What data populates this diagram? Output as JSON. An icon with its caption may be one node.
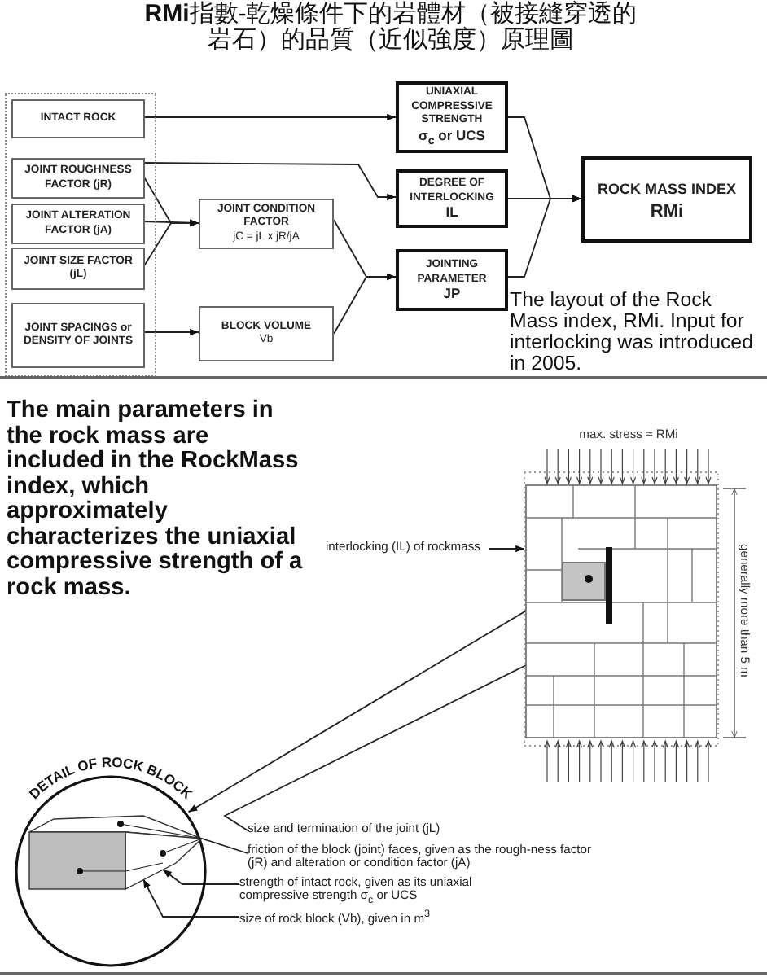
{
  "diagram": {
    "title": "**RMi**指數-乾燥條件下的岩體材（被接縫穿透的岩石）的品質（近似強度）原理圖",
    "nodes": [
      {
        "text": [],
        "shape": "box"
      },
      {
        "text": [
          "INTACT ROCK"
        ],
        "in": 0
      },
      {
        "text": [
          "JOINT ROUGHNESS FACTOR (jR)"
        ],
        "in": 0
      },
      {
        "text": [
          "JOINT ALTERATION FACTOR (jA)"
        ],
        "in": 0
      },
      {
        "text": [
          "JOINT SIZE FACTOR (jL)"
        ],
        "in": 0
      },
      {
        "text": [
          "JOINT SPACINGS or DENSITY OF JOINTS"
        ],
        "in": 0
      },
      {
        "text": [
          "UNIAXIAL COMPRESSIVE STRENGTH",
          "σ$_{c}$ or UCS"
        ]
      },
      {
        "text": [
          "DEGREE OF INTERLOCKING",
          "IL"
        ]
      },
      {
        "text": [
          "JOINT CONDITION FACTOR",
          "jC = jL x jR/jA"
        ]
      },
      {
        "text": [
          "JOINTING PARAMETER",
          "JP"
        ]
      },
      {
        "text": [
          "BLOCK VOLUME",
          "Vb"
        ]
      },
      {
        "text": [
          "ROCK MASS INDEX",
          "RMi"
        ]
      },
      {
        "text": [],
        "shape": "picture"
      },
      {
        "text": [],
        "shape": "box",
        "in": 12
      },
      {
        "text": [],
        "shape": "bar",
        "in": 12
      },
      {
        "text": [
          "interlocking (IL) of rockmass"
        ]
      },
      {
        "text": [
          "DETAIL OF ROCK BLOCK"
        ]
      },
      {
        "text": [],
        "shape": "box",
        "in": 16
      },
      {
        "text": [
          "size and termination of the joint (jL)"
        ]
      },
      {
        "text": [
          "friction of the block (joint) faces, given as the rough-ness factor (jR) and alteration or condition factor (jA)"
        ]
      },
      {
        "text": [
          "strength of intact rock, given as its uniaxial compressive strength σ$_{c}$ or UCS"
        ]
      },
      {
        "text": [
          "size of rock block (Vb), given in m$^{3}$"
        ]
      }
    ],
    "edges": [
      {
        "from": 1,
        "to": 6,
        "arrow": "to"
      },
      {
        "from": 2,
        "to": 7,
        "arrow": "to"
      },
      {
        "from": 2,
        "to": 8,
        "arrow": "to"
      },
      {
        "from": 3,
        "to": 8,
        "arrow": "to"
      },
      {
        "from": 4,
        "to": 8,
        "arrow": "to"
      },
      {
        "from": 5,
        "to": 10,
        "arrow": "to"
      },
      {
        "from": 8,
        "to": 9,
        "arrow": "to"
      },
      {
        "from": 10,
        "to": 9,
        "arrow": "to"
      },
      {
        "from": 6,
        "to": 11,
        "arrow": "to"
      },
      {
        "from": 7,
        "to": 11,
        "arrow": "to"
      },
      {
        "from": 9,
        "to": 11,
        "arrow": "to"
      },
      {
        "from": 15,
        "to": 12,
        "arrow": "to"
      },
      {
        "from": 13,
        "to": 16,
        "arrow": "to"
      },
      {
        "from": 18,
        "to": 14,
        "arrow": "none"
      },
      {
        "from": 19,
        "to": 17,
        "arrow": "none"
      },
      {
        "from": 20,
        "to": 17,
        "arrow": "to"
      },
      {
        "from": 21,
        "to": 17,
        "arrow": "to"
      }
    ],
    "labels": [
      "The layout of the Rock Mass index, RMi. Input for interlocking was introduced in 2005.",
      "The main parameters in the rock mass are included in the RockMass index, which approximately characterizes the uniaxial compressive strength of a rock mass.",
      "max. stress ≈ RMi",
      "generally more than 5 m"
    ]
  }
}
